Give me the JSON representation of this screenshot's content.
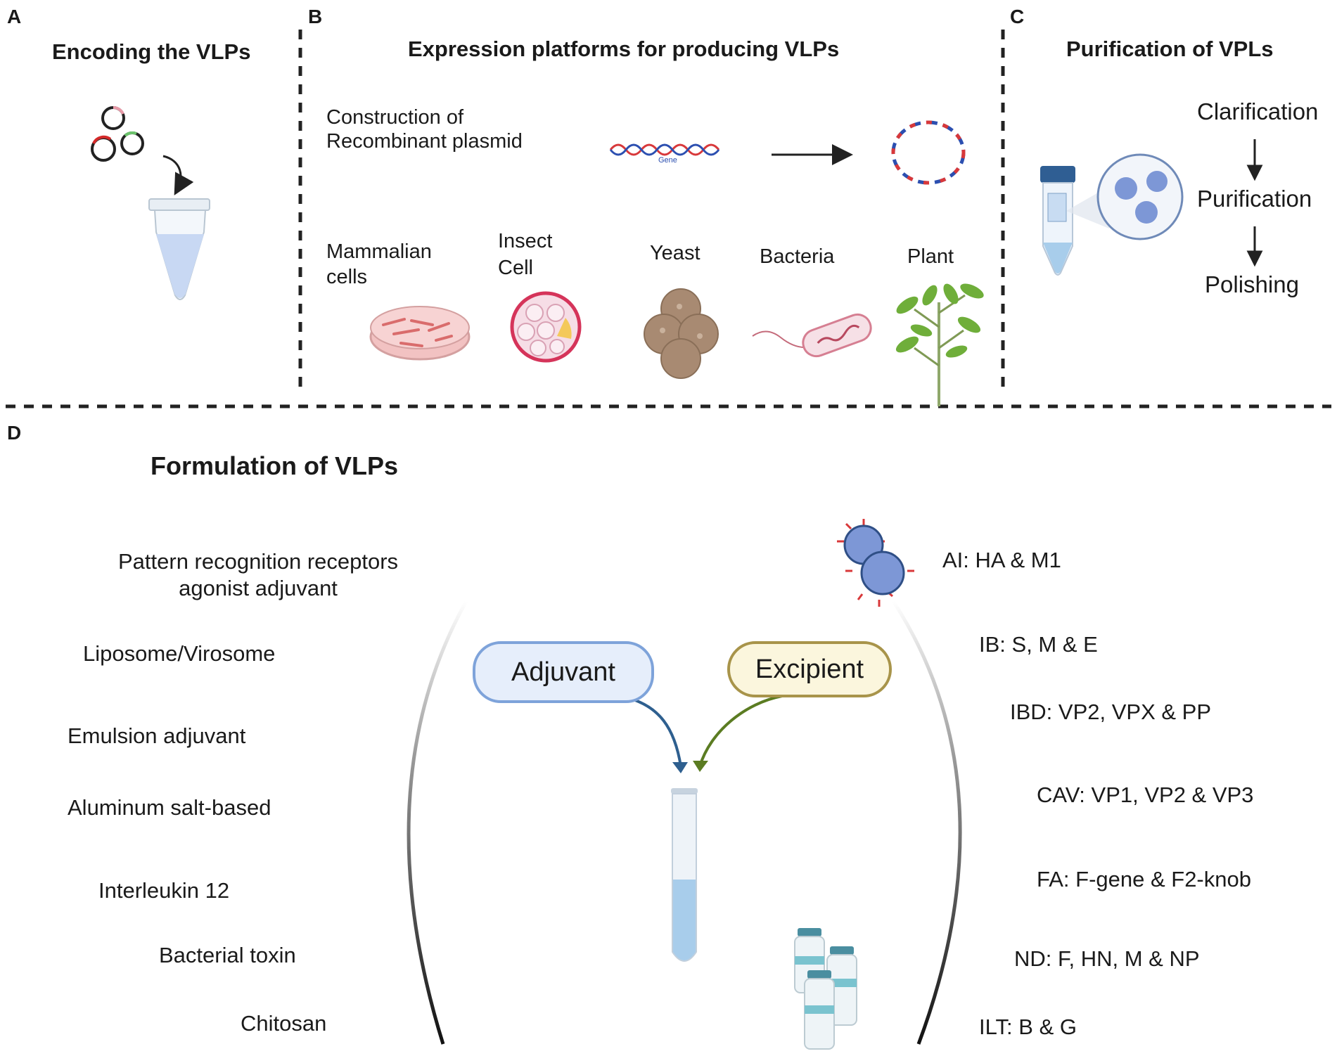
{
  "panels": {
    "A": {
      "letter": "A",
      "title": "Encoding the VLPs"
    },
    "B": {
      "letter": "B",
      "title": "Expression platforms for producing VLPs",
      "construction_label": "Construction of\nRecombinant plasmid",
      "gene_label": "Gene",
      "platforms": [
        {
          "label": "Mammalian\ncells",
          "icon": "petri-dish-icon"
        },
        {
          "label": "Insect\nCell",
          "icon": "insect-cell-icon"
        },
        {
          "label": "Yeast",
          "icon": "yeast-icon"
        },
        {
          "label": "Bacteria",
          "icon": "bacterium-icon"
        },
        {
          "label": "Plant",
          "icon": "plant-icon"
        }
      ]
    },
    "C": {
      "letter": "C",
      "title": "Purification of VPLs",
      "steps": [
        "Clarification",
        "Purification",
        "Polishing"
      ]
    },
    "D": {
      "letter": "D",
      "title": "Formulation of VLPs",
      "adjuvant_pill": "Adjuvant",
      "excipient_pill": "Excipient",
      "adjuvants": [
        "Pattern recognition receptors\nagonist adjuvant",
        "Liposome/Virosome",
        "Emulsion adjuvant",
        "Aluminum salt-based",
        "Interleukin 12",
        "Bacterial toxin",
        "Chitosan"
      ],
      "antigens": [
        "AI: HA & M1",
        "IB: S, M & E",
        "IBD: VP2, VPX & PP",
        "CAV: VP1, VP2 & VP3",
        "FA: F-gene & F2-knob",
        "ND: F, HN, M & NP",
        "ILT: B & G"
      ]
    }
  },
  "colors": {
    "adjuvant_fill": "#e6eefb",
    "adjuvant_border": "#7ea3da",
    "adjuvant_arrow": "#2e5f8f",
    "excipient_fill": "#fbf6dd",
    "excipient_border": "#a8944a",
    "excipient_arrow": "#5b7c22",
    "dna_red": "#d8383a",
    "dna_blue": "#2c4fb0",
    "liquid": "#a8cdeb"
  }
}
